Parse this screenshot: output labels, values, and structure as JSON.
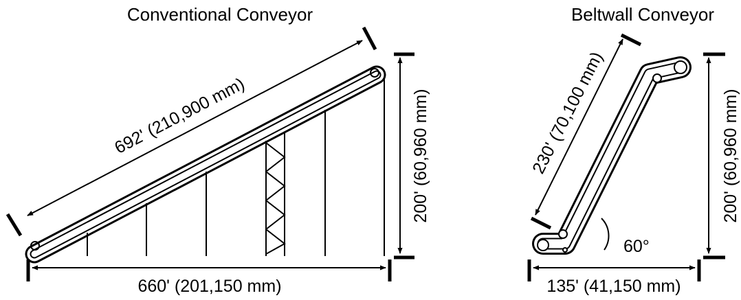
{
  "conventional": {
    "title": "Conventional Conveyor",
    "length_label": "692' (210,900 mm)",
    "height_label": "200' (60,960 mm)",
    "run_label": "660' (201,150 mm)"
  },
  "beltwall": {
    "title": "Beltwall Conveyor",
    "length_label": "230' (70,100 mm)",
    "height_label": "200' (60,960 mm)",
    "run_label": "135' (41,150 mm)",
    "angle_label": "60°"
  },
  "colors": {
    "ink": "#000000",
    "background": "#ffffff"
  }
}
